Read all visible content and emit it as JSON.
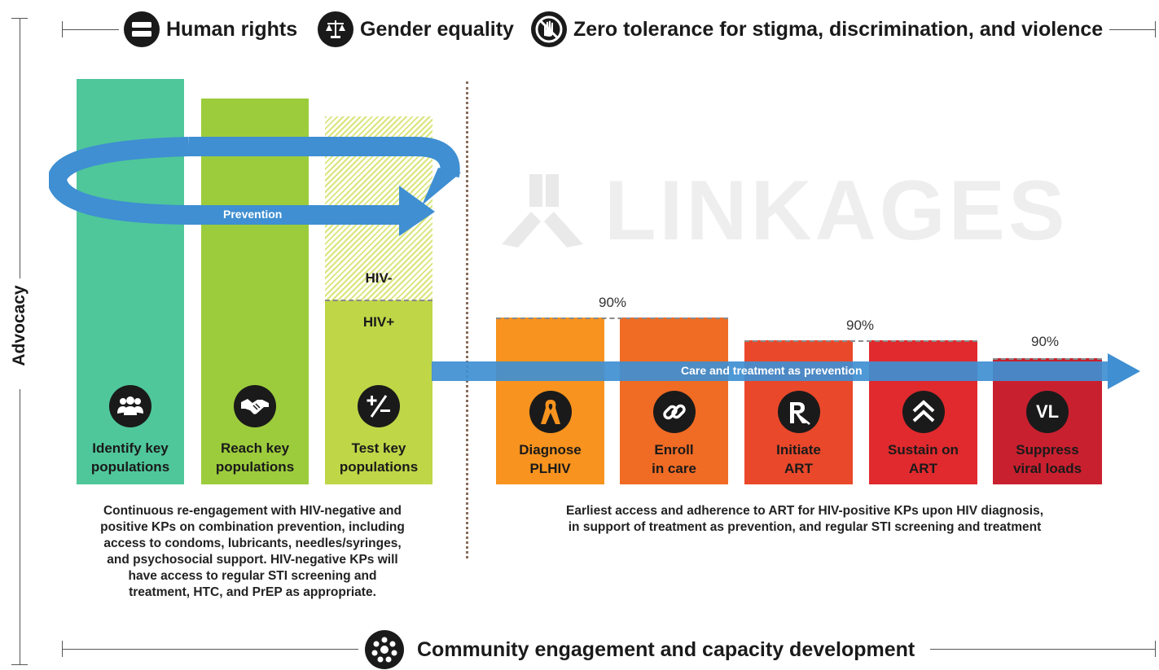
{
  "header": {
    "items": [
      {
        "label": "Human rights",
        "icon": "equals-icon"
      },
      {
        "label": "Gender equality",
        "icon": "scales-icon"
      },
      {
        "label": "Zero tolerance for stigma, discrimination, and violence",
        "icon": "stop-hand-icon"
      }
    ]
  },
  "side_label": "Advocacy",
  "watermark": "LINKAGES",
  "prevention": {
    "arrow_label": "Prevention",
    "bars": [
      {
        "label_line1": "Identify key",
        "label_line2": "populations",
        "icon": "people-icon",
        "color": "#4fc79a"
      },
      {
        "label_line1": "Reach key",
        "label_line2": "populations",
        "icon": "handshake-icon",
        "color": "#9ccc3c"
      },
      {
        "label_line1": "Test key",
        "label_line2": "populations",
        "icon": "plus-minus-icon",
        "color": "#bfd647"
      }
    ],
    "hiv_negative_label": "HIV-",
    "hiv_positive_label": "HIV+",
    "description": [
      "Continuous re-engagement with HIV-negative and",
      "positive KPs on combination prevention, including",
      "access to condoms, lubricants, needles/syringes,",
      "and psychosocial support. HIV-negative KPs will",
      "have access to regular STI screening and",
      "treatment, HTC, and PrEP as appropriate."
    ]
  },
  "treatment": {
    "arrow_label": "Care and treatment as prevention",
    "bars": [
      {
        "label_line1": "Diagnose",
        "label_line2": "PLHIV",
        "icon": "ribbon-icon",
        "color": "#f7931e"
      },
      {
        "label_line1": "Enroll",
        "label_line2": "in care",
        "icon": "link-icon",
        "color": "#f06b24"
      },
      {
        "label_line1": "Initiate",
        "label_line2": "ART",
        "icon": "rx-icon",
        "color": "#e9482b"
      },
      {
        "label_line1": "Sustain on",
        "label_line2": "ART",
        "icon": "chevrons-up-icon",
        "color": "#e02a2e"
      },
      {
        "label_line1": "Suppress",
        "label_line2": "viral loads",
        "icon": "vl-icon",
        "color": "#c9202f",
        "icon_text": "VL"
      }
    ],
    "percentages": [
      "90%",
      "90%",
      "90%"
    ],
    "description": [
      "Earliest access and adherence to ART for HIV-positive KPs upon HIV diagnosis,",
      "in support of treatment as prevention, and regular STI screening and treatment"
    ]
  },
  "footer": {
    "label": "Community engagement and capacity development",
    "icon": "community-icon"
  }
}
